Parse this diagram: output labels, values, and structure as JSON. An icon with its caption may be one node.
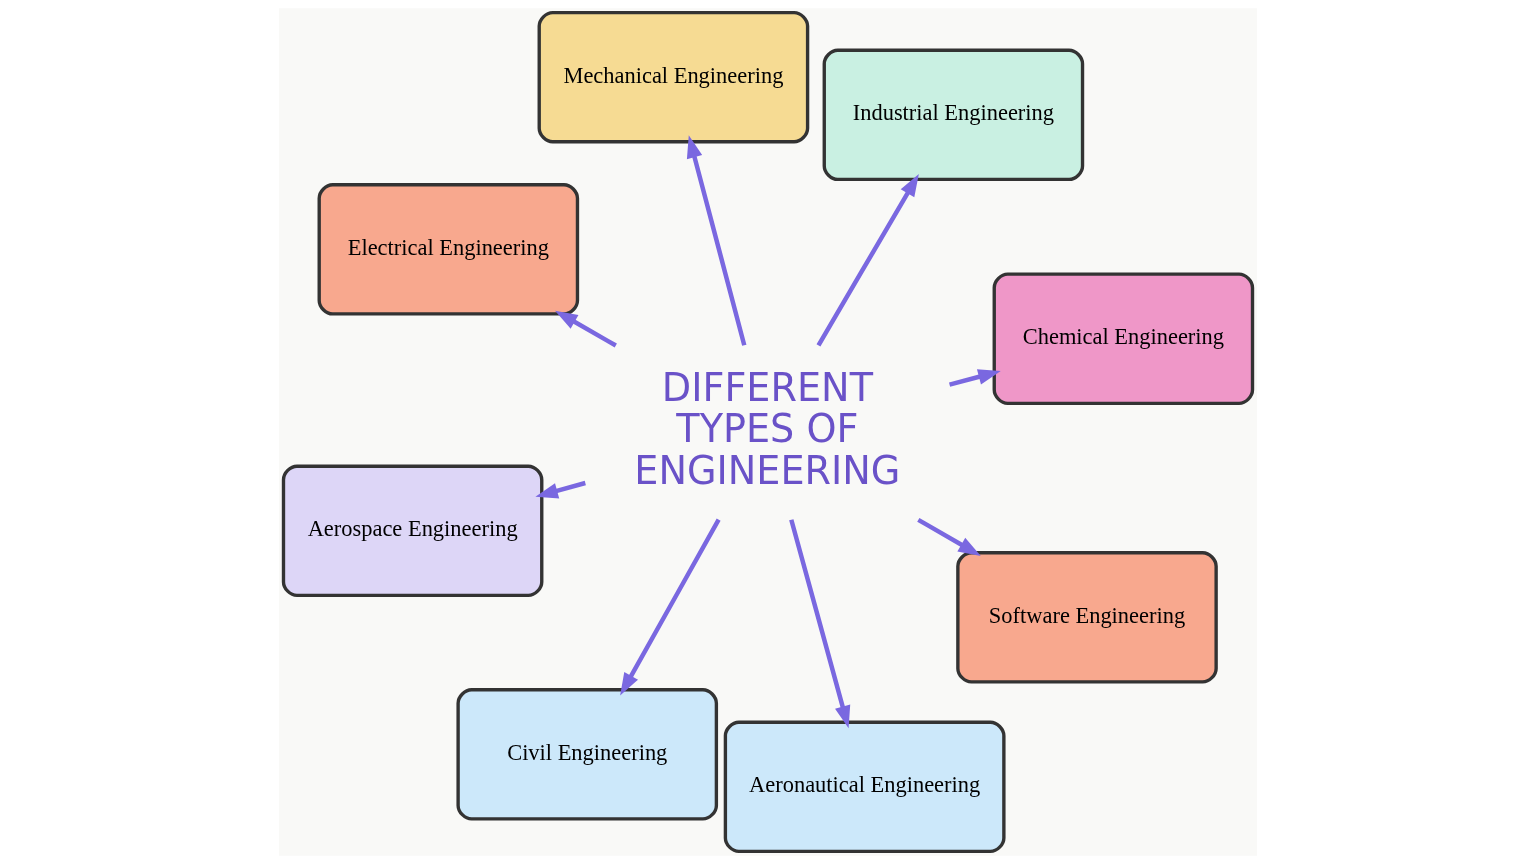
{
  "diagram": {
    "nodes": [
      {
        "text": [
          "DIFFERENT TYPES OF ENGINEERING"
        ]
      },
      {
        "text": [
          "Chemical Engineering"
        ]
      },
      {
        "text": [
          "Civil Engineering"
        ]
      },
      {
        "text": [
          "Electrical Engineering"
        ]
      },
      {
        "text": [
          "Industrial Engineering"
        ]
      },
      {
        "text": [
          "Mechanical Engineering"
        ]
      },
      {
        "text": [
          "Aerospace Engineering"
        ]
      },
      {
        "text": [
          "Software Engineering"
        ]
      },
      {
        "text": [
          "Aeronautical Engineering"
        ]
      }
    ],
    "edges": [
      {
        "from": 0,
        "to": 1,
        "arrow": "to"
      },
      {
        "from": 0,
        "to": 2,
        "arrow": "to"
      },
      {
        "from": 0,
        "to": 3,
        "arrow": "to"
      },
      {
        "from": 0,
        "to": 4,
        "arrow": "to"
      },
      {
        "from": 0,
        "to": 5,
        "arrow": "to"
      },
      {
        "from": 0,
        "to": 6,
        "arrow": "to"
      },
      {
        "from": 0,
        "to": 7,
        "arrow": "to"
      },
      {
        "from": 0,
        "to": 8,
        "arrow": "to"
      }
    ]
  }
}
